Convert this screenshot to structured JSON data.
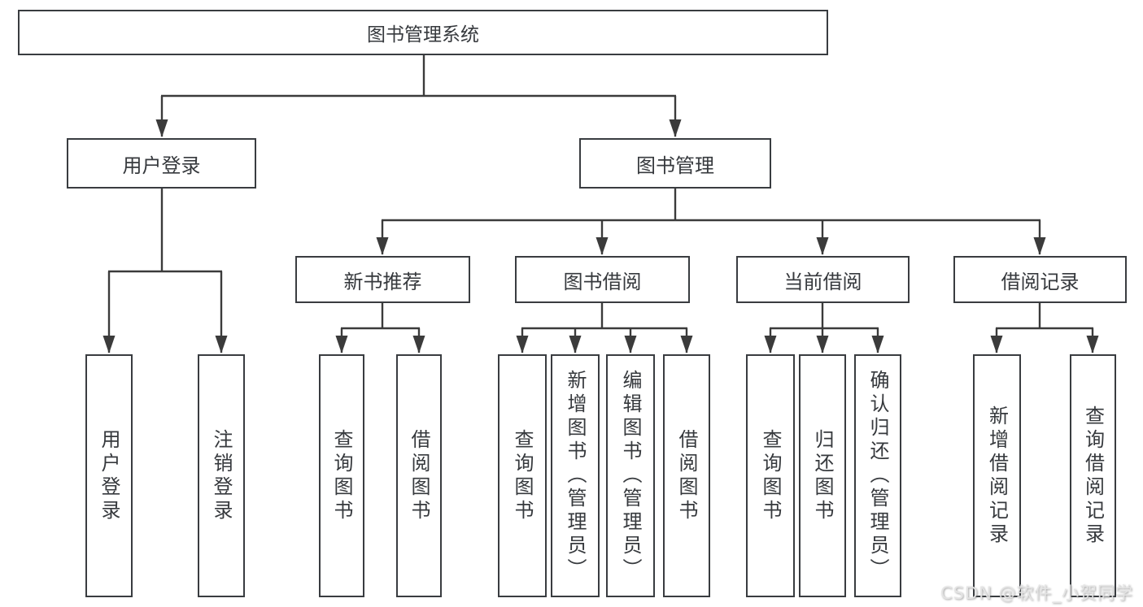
{
  "diagram": {
    "tree": {
      "label": "图书管理系统",
      "children": [
        {
          "label": "用户登录",
          "children": [
            {
              "label": "用户登录"
            },
            {
              "label": "注销登录"
            }
          ]
        },
        {
          "label": "图书管理",
          "children": [
            {
              "label": "新书推荐",
              "children": [
                {
                  "label": "查询图书"
                },
                {
                  "label": "借阅图书"
                }
              ]
            },
            {
              "label": "图书借阅",
              "children": [
                {
                  "label": "查询图书"
                },
                {
                  "label": "新增图书（管理员）"
                },
                {
                  "label": "编辑图书（管理员）"
                },
                {
                  "label": "借阅图书"
                }
              ]
            },
            {
              "label": "当前借阅",
              "children": [
                {
                  "label": "查询图书"
                },
                {
                  "label": "归还图书"
                },
                {
                  "label": "确认归还（管理员）"
                }
              ]
            },
            {
              "label": "借阅记录",
              "children": [
                {
                  "label": "新增借阅记录"
                },
                {
                  "label": "查询借阅记录"
                }
              ]
            }
          ]
        }
      ]
    },
    "watermark": {
      "text": "CSDN @软件_小贺同学"
    },
    "colors": {
      "line": "#3b3b3b",
      "box_border": "#393c40",
      "text": "#36393d",
      "background": "#ffffff",
      "watermark": "#e5e5e5"
    }
  }
}
